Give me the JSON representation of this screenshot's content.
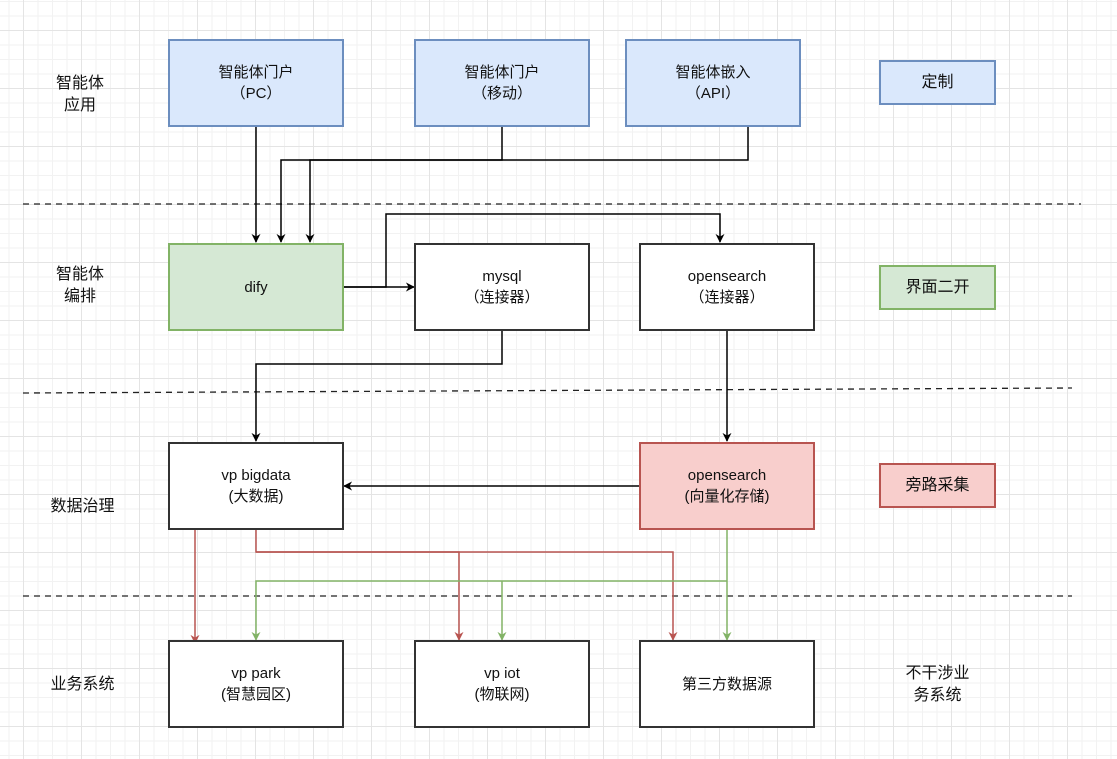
{
  "colors": {
    "blue_fill": "#dae8fc",
    "blue_stroke": "#6c8ebf",
    "green_fill": "#d5e8d4",
    "green_stroke": "#82b366",
    "red_fill": "#f8cecc",
    "red_stroke": "#b85450",
    "black": "#000000"
  },
  "layers": [
    {
      "id": "app",
      "lines": [
        "智能体",
        "应用"
      ]
    },
    {
      "id": "orchestration",
      "lines": [
        "智能体",
        "编排"
      ]
    },
    {
      "id": "governance",
      "lines": [
        "数据治理"
      ]
    },
    {
      "id": "business",
      "lines": [
        "业务系统"
      ]
    }
  ],
  "nodes": {
    "portal_pc": {
      "lines": [
        "智能体门户",
        "（PC）"
      ],
      "style": "blue"
    },
    "portal_mobile": {
      "lines": [
        "智能体门户",
        "（移动）"
      ],
      "style": "blue"
    },
    "embed_api": {
      "lines": [
        "智能体嵌入",
        "（API）"
      ],
      "style": "blue"
    },
    "dify": {
      "lines": [
        "dify"
      ],
      "style": "green"
    },
    "mysql": {
      "lines": [
        "mysql",
        "（连接器）"
      ],
      "style": "plain"
    },
    "opensearch_connector": {
      "lines": [
        "opensearch",
        "（连接器）"
      ],
      "style": "plain"
    },
    "bigdata": {
      "lines": [
        "vp bigdata",
        "(大数据)"
      ],
      "style": "plain"
    },
    "opensearch_vector": {
      "lines": [
        "opensearch",
        "(向量化存储)"
      ],
      "style": "red"
    },
    "park": {
      "lines": [
        "vp park",
        "(智慧园区)"
      ],
      "style": "plain"
    },
    "iot": {
      "lines": [
        "vp iot",
        "(物联网)"
      ],
      "style": "plain"
    },
    "third_party": {
      "lines": [
        "第三方数据源"
      ],
      "style": "plain"
    }
  },
  "legend": {
    "custom": "定制",
    "ui_secondary_dev": "界面二开",
    "bypass_collect": "旁路采集",
    "no_interference": [
      "不干涉业",
      "务系统"
    ]
  },
  "edges": [
    {
      "from": "portal_pc",
      "to": "dify",
      "color": "black"
    },
    {
      "from": "portal_mobile",
      "to": "dify",
      "color": "black"
    },
    {
      "from": "embed_api",
      "to": "dify",
      "color": "black"
    },
    {
      "from": "dify",
      "to": "mysql",
      "color": "black"
    },
    {
      "from": "dify",
      "to": "opensearch_connector",
      "color": "black"
    },
    {
      "from": "mysql",
      "to": "bigdata",
      "color": "black"
    },
    {
      "from": "opensearch_connector",
      "to": "opensearch_vector",
      "color": "black"
    },
    {
      "from": "opensearch_vector",
      "to": "bigdata",
      "color": "black"
    },
    {
      "from": "bigdata",
      "to": "park",
      "color": "red"
    },
    {
      "from": "bigdata",
      "to": "iot",
      "color": "red"
    },
    {
      "from": "bigdata",
      "to": "third_party",
      "color": "red"
    },
    {
      "from": "opensearch_vector",
      "to": "park",
      "color": "green"
    },
    {
      "from": "opensearch_vector",
      "to": "iot",
      "color": "green"
    },
    {
      "from": "opensearch_vector",
      "to": "third_party",
      "color": "green"
    }
  ]
}
